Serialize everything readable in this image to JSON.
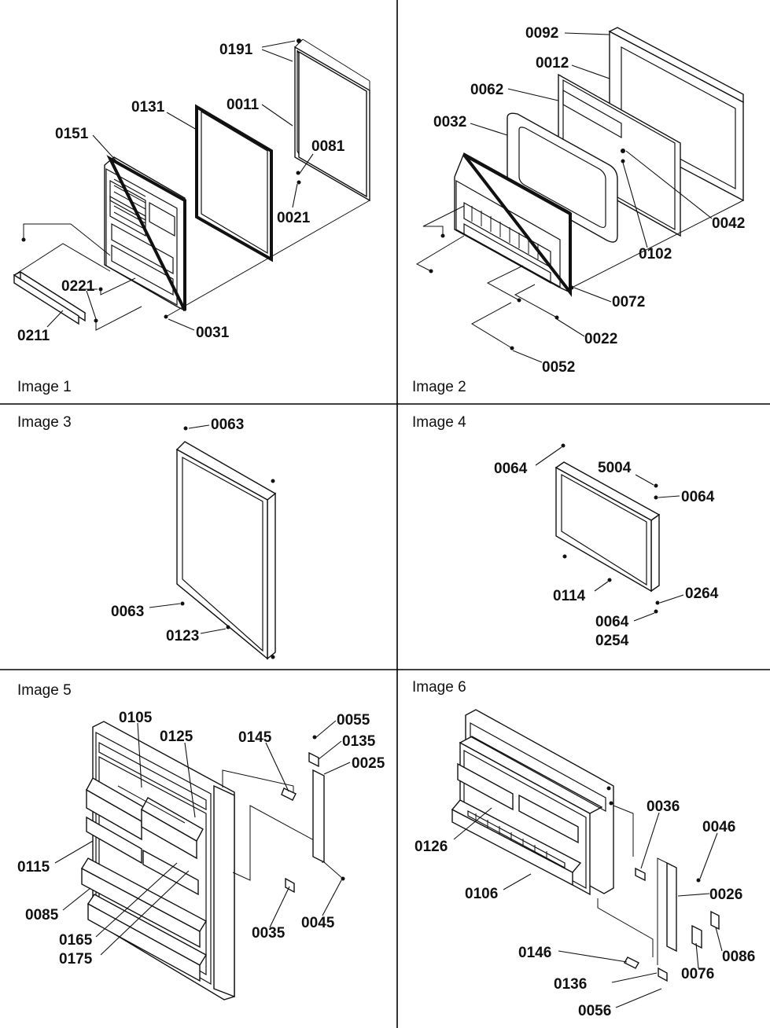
{
  "panels": [
    {
      "caption": "Image 1",
      "parts": [
        "0191",
        "0131",
        "0011",
        "0151",
        "0081",
        "0021",
        "0221",
        "0211",
        "0031"
      ]
    },
    {
      "caption": "Image 2",
      "parts": [
        "0092",
        "0012",
        "0062",
        "0032",
        "0042",
        "0102",
        "0072",
        "0022",
        "0052"
      ]
    },
    {
      "caption": "Image 3",
      "parts": [
        "0063",
        "0063",
        "0123"
      ]
    },
    {
      "caption": "Image 4",
      "parts": [
        "0064",
        "5004",
        "0064",
        "0114",
        "0264",
        "0064",
        "0254"
      ]
    },
    {
      "caption": "Image 5",
      "parts": [
        "0105",
        "0125",
        "0145",
        "0055",
        "0135",
        "0025",
        "0115",
        "0085",
        "0035",
        "0045",
        "0165",
        "0175"
      ]
    },
    {
      "caption": "Image 6",
      "parts": [
        "0036",
        "0046",
        "0126",
        "0026",
        "0106",
        "0146",
        "0076",
        "0086",
        "0136",
        "0056"
      ]
    }
  ]
}
